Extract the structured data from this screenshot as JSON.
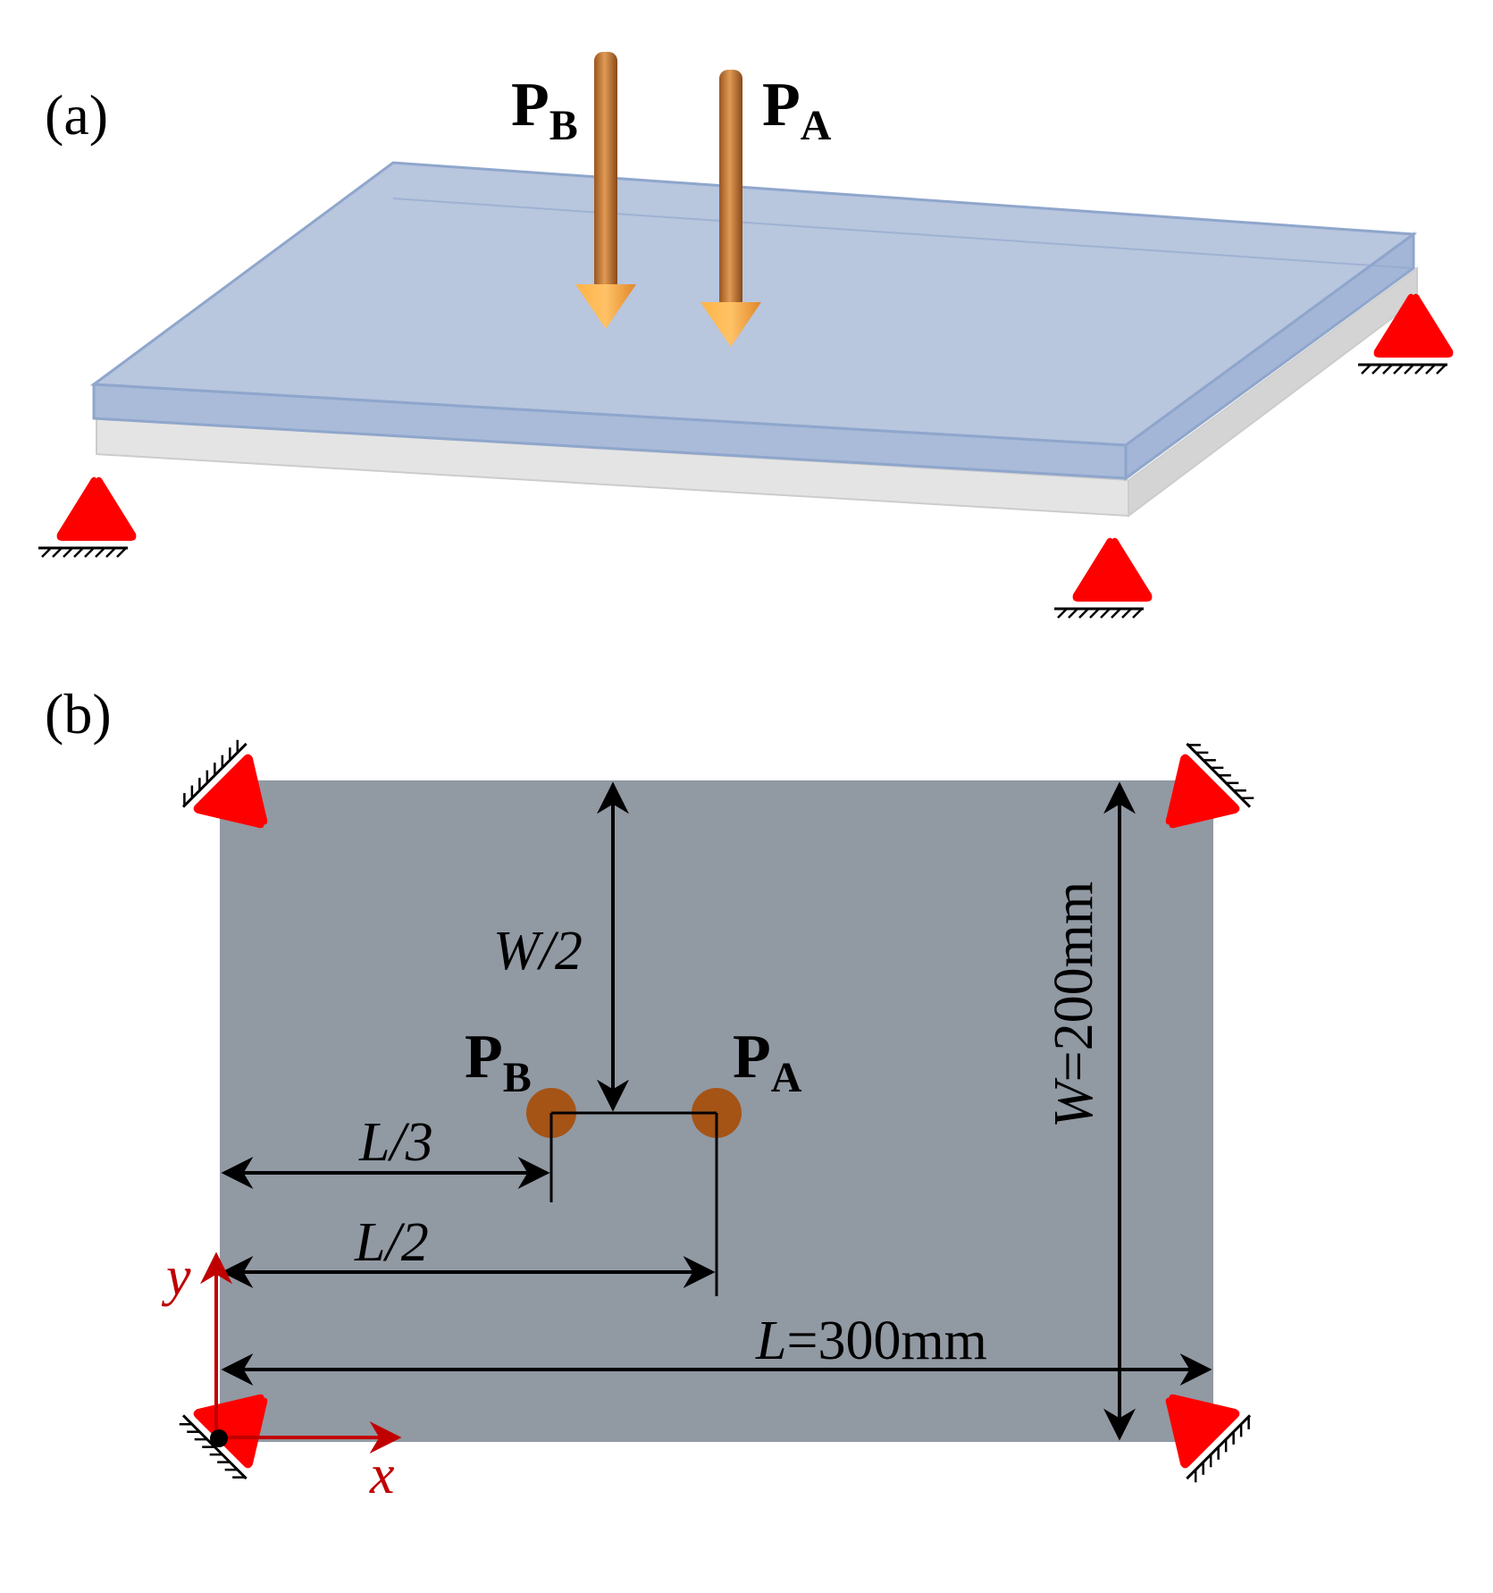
{
  "panel_a": {
    "label": "(a)",
    "load_b": {
      "main": "P",
      "sub": "B"
    },
    "load_a": {
      "main": "P",
      "sub": "A"
    }
  },
  "panel_b": {
    "label": "(b)",
    "load_b": {
      "main": "P",
      "sub": "B"
    },
    "load_a": {
      "main": "P",
      "sub": "A"
    },
    "dim_w_half": "W/2",
    "dim_l_third": "L/3",
    "dim_l_half": "L/2",
    "dim_length": {
      "var": "L",
      "rest": "=300mm"
    },
    "dim_width": {
      "var": "W",
      "rest": "=200mm"
    },
    "axis_x": "x",
    "axis_y": "y"
  },
  "colors": {
    "plate_top": "#b9c6dd",
    "plate_edge": "#8fa6cc",
    "base_plate": "#e6e6e6",
    "plan_plate": "#9199a3",
    "support": "#ff0000",
    "load_arrow": "#c9772f",
    "load_point": "#a55416",
    "axis": "#c00000",
    "dimension": "#000000"
  }
}
